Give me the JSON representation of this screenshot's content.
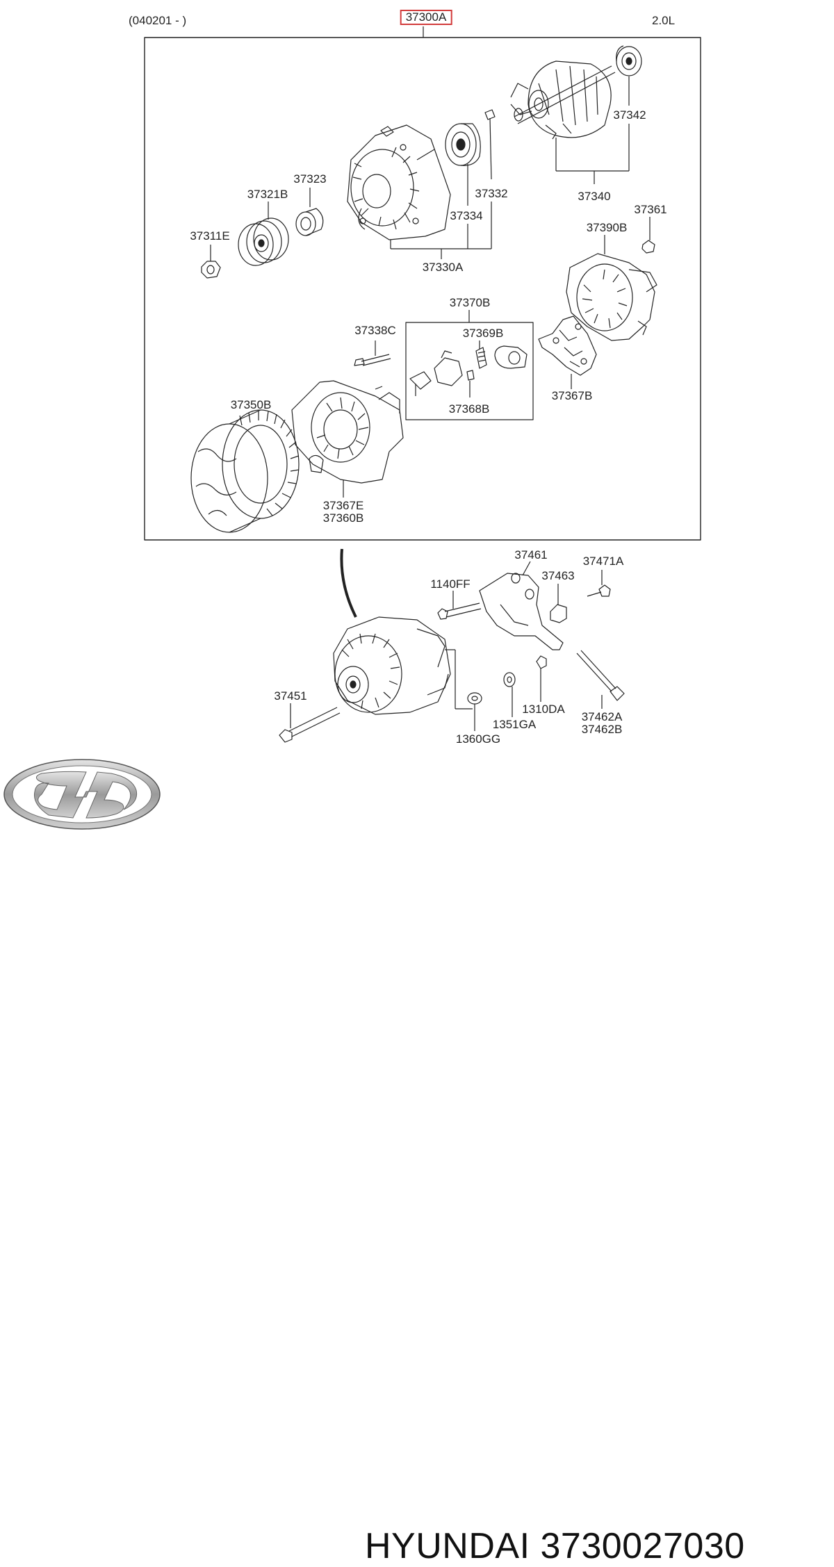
{
  "header": {
    "date_range": "(040201 - )",
    "assembly": "37300A",
    "engine": "2.0L"
  },
  "parts": {
    "p37342": "37342",
    "p37340": "37340",
    "p37323": "37323",
    "p37321b": "37321B",
    "p37332": "37332",
    "p37334": "37334",
    "p37311e": "37311E",
    "p37330a": "37330A",
    "p37361": "37361",
    "p37390b": "37390B",
    "p37370b": "37370B",
    "p37369b": "37369B",
    "p37338c": "37338C",
    "p37368b": "37368B",
    "p37367b": "37367B",
    "p37350b": "37350B",
    "p37367e": "37367E",
    "p37360b": "37360B",
    "p37461": "37461",
    "p37471a": "37471A",
    "p37463": "37463",
    "p1140ff": "1140FF",
    "p37451": "37451",
    "p1310da": "1310DA",
    "p1351ga": "1351GA",
    "p37462a": "37462A",
    "p37462b": "37462B",
    "p1360gg": "1360GG"
  },
  "footer": {
    "brand": "HYUNDAI",
    "part_number": "3730027030",
    "logo": "hyundai-logo"
  }
}
